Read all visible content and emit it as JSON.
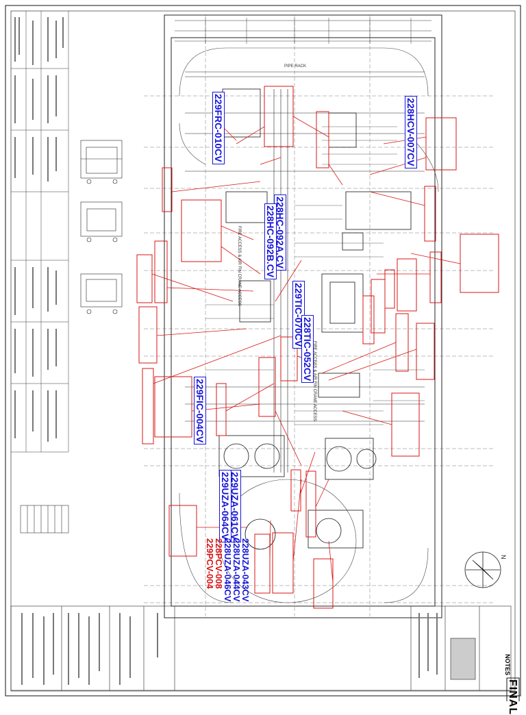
{
  "drawing": {
    "stamp": "FINAL",
    "notes_title": "NOTES",
    "pipe_rack_label": "PIPE RACK",
    "access_labels": [
      "FIRE ACCESS & AIR FIN CRANE ACCESS",
      "FIRE ACCESS & AIR FIN CRANE ACCESS"
    ],
    "north_label": "N"
  },
  "tags_blue": [
    "229FRC-010CV",
    "228HCV-007CV",
    "228HC-092A.CV",
    "228HC-092B.CV",
    "229TIC-070CV",
    "228TIC-052CV",
    "229FIC-004CV",
    "229UZA-061CV",
    "229UZA-064CV"
  ],
  "tag_stack": {
    "blue_lines": [
      "228UZA-043CV",
      "228UZA-044CV",
      "228UZA-046CV"
    ],
    "red_lines": [
      "228PCV-008",
      "229PCV-004"
    ]
  },
  "colors": {
    "tag_blue": "#1515d8",
    "markup_red": "#d81515",
    "line_black": "#1a1a1a"
  }
}
